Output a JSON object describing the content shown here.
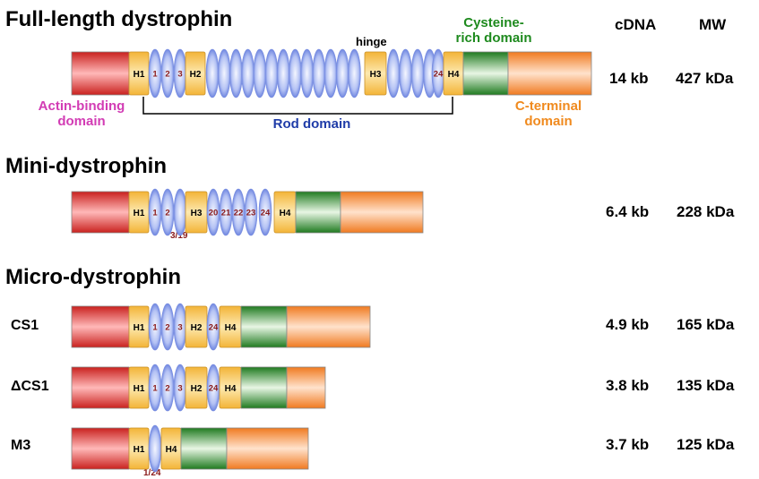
{
  "sections": {
    "full": "Full-length dystrophin",
    "mini": "Mini-dystrophin",
    "micro": "Micro-dystrophin"
  },
  "columns": {
    "cdna": "cDNA",
    "mw": "MW"
  },
  "annotations": {
    "hinge": "hinge",
    "cys_line1": "Cysteine-",
    "cys_line2": "rich domain",
    "actin_line1": "Actin-binding",
    "actin_line2": "domain",
    "rod": "Rod domain",
    "cterm_line1": "C-terminal",
    "cterm_line2": "domain"
  },
  "colors": {
    "actin": "#e03a3a",
    "hinge": "#f6c24a",
    "spectrin": "#8aa2ee",
    "cysteine": "#2f8a2f",
    "cterminal": "#f48a3a",
    "actin_label": "#d23cb4",
    "rod_label": "#1f3ca8",
    "cys_label": "#1e8a1e",
    "cterm_label": "#f08a1e",
    "repeat_number": "#8a1a1a"
  },
  "rows": [
    {
      "id": "full",
      "label": "",
      "cdna": "14 kb",
      "mw": "427 kDa",
      "subscript": "",
      "hinges": [
        "H1",
        "H2",
        "H3",
        "H4"
      ],
      "repeat_numbers": [
        "1",
        "2",
        "3",
        "24"
      ]
    },
    {
      "id": "mini",
      "label": "",
      "cdna": "6.4 kb",
      "mw": "228 kDa",
      "subscript": "3/19",
      "hinges": [
        "H1",
        "H3",
        "H4"
      ],
      "repeat_numbers": [
        "1",
        "2",
        "20",
        "21",
        "22",
        "23",
        "24"
      ]
    },
    {
      "id": "cs1",
      "label": "CS1",
      "cdna": "4.9 kb",
      "mw": "165 kDa",
      "subscript": "",
      "hinges": [
        "H1",
        "H2",
        "H4"
      ],
      "repeat_numbers": [
        "1",
        "2",
        "3",
        "24"
      ]
    },
    {
      "id": "dcs1",
      "label": "ΔCS1",
      "cdna": "3.8 kb",
      "mw": "135 kDa",
      "subscript": "",
      "hinges": [
        "H1",
        "H2",
        "H4"
      ],
      "repeat_numbers": [
        "1",
        "2",
        "3",
        "24"
      ]
    },
    {
      "id": "m3",
      "label": "M3",
      "cdna": "3.7 kb",
      "mw": "125 kDa",
      "subscript": "1/24",
      "hinges": [
        "H1",
        "H4"
      ],
      "repeat_numbers": []
    }
  ]
}
